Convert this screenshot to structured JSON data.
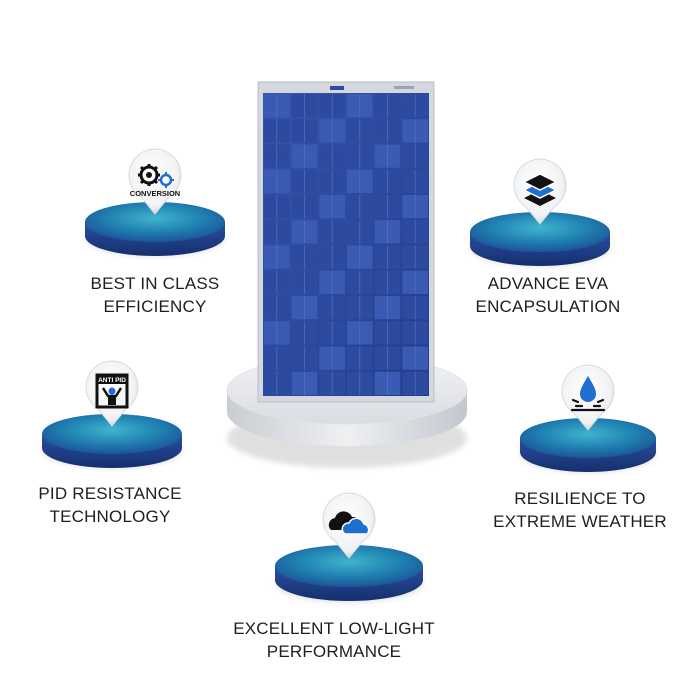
{
  "panel": {
    "brand_mark": "",
    "colors": {
      "cell": "#2f4ea3",
      "cell_dark": "#253f8c",
      "frame": "#d4d8de"
    }
  },
  "features": [
    {
      "id": "efficiency",
      "icon": "gears-icon",
      "icon_label": "CONVERSION",
      "line1": "BEST IN CLASS",
      "line2": "EFFICIENCY"
    },
    {
      "id": "eva",
      "icon": "layers-icon",
      "icon_label": "",
      "line1": "ADVANCE EVA",
      "line2": "ENCAPSULATION"
    },
    {
      "id": "pid",
      "icon": "anti-pid-icon",
      "icon_label": "ANTI PID",
      "line1": "PID RESISTANCE",
      "line2": "TECHNOLOGY"
    },
    {
      "id": "weather",
      "icon": "water-drop-icon",
      "icon_label": "",
      "line1": "RESILIENCE TO",
      "line2": "EXTREME WEATHER"
    },
    {
      "id": "lowlight",
      "icon": "clouds-icon",
      "icon_label": "",
      "line1": "EXCELLENT LOW-LIGHT",
      "line2": "PERFORMANCE"
    }
  ],
  "colors": {
    "disc_top": "#1f8fb0",
    "disc_side": "#1d3f86",
    "text": "#1e1e1e"
  }
}
